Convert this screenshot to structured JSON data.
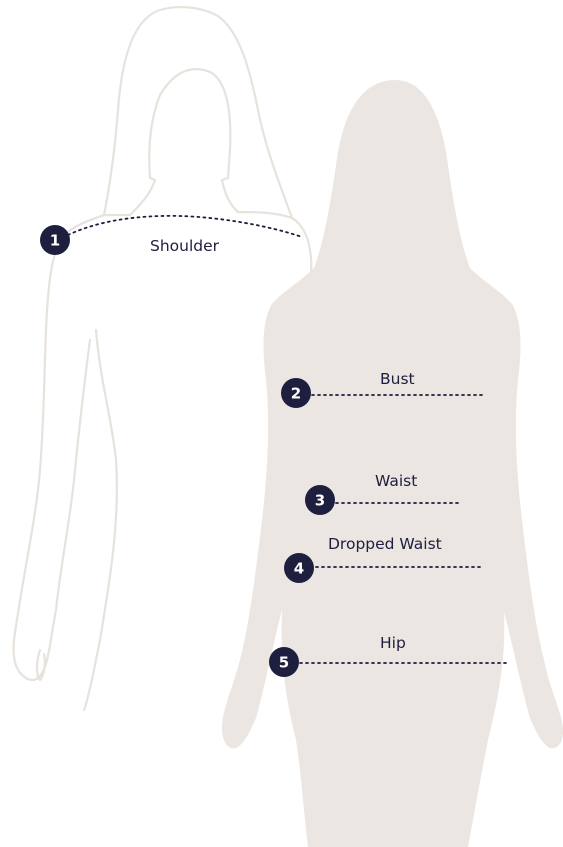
{
  "colors": {
    "ink": "#1e1e3f",
    "front_silhouette": "#ebe6e1",
    "back_outline": "#e8e2dc",
    "background": "#ffffff"
  },
  "measurements": [
    {
      "number": "1",
      "label": "Shoulder"
    },
    {
      "number": "2",
      "label": "Bust"
    },
    {
      "number": "3",
      "label": "Waist"
    },
    {
      "number": "4",
      "label": "Dropped Waist"
    },
    {
      "number": "5",
      "label": "Hip"
    }
  ]
}
